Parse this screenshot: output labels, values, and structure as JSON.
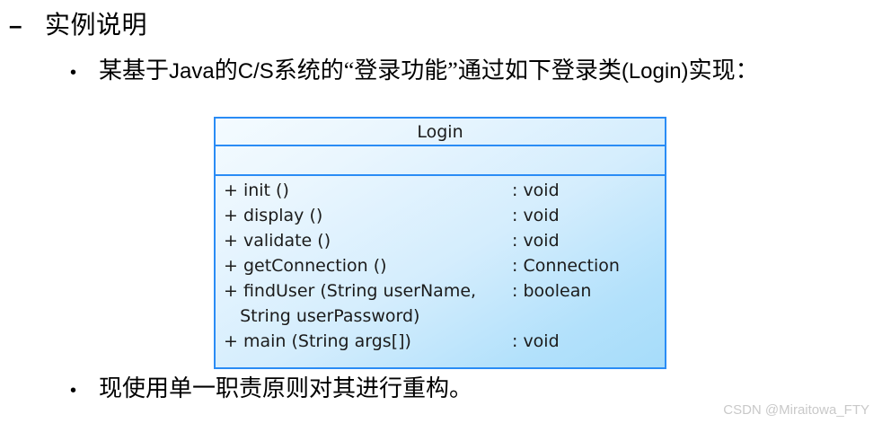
{
  "slide": {
    "level1": {
      "marker": "–",
      "text": "实例说明"
    },
    "level2": [
      {
        "marker": "•",
        "segments": [
          {
            "text": "某基于",
            "script": "cjk"
          },
          {
            "text": "Java",
            "script": "latin"
          },
          {
            "text": "的",
            "script": "cjk"
          },
          {
            "text": "C/S",
            "script": "latin"
          },
          {
            "text": "系统的“登录功能”通过如下登录类",
            "script": "cjk"
          },
          {
            "text": "(Login)",
            "script": "latin"
          },
          {
            "text": "实现：",
            "script": "cjk"
          }
        ],
        "plain": "某基于Java的C/S系统的“登录功能”通过如下登录类(Login)实现："
      },
      {
        "marker": "•",
        "segments": [
          {
            "text": "现使用单一职责原则对其进行重构。",
            "script": "cjk"
          }
        ],
        "plain": "现使用单一职责原则对其进行重构。"
      }
    ]
  },
  "uml": {
    "class_name": "Login",
    "attributes": [],
    "operations": [
      {
        "signature": "+ init ()",
        "type": ": void"
      },
      {
        "signature": "+ display ()",
        "type": ": void"
      },
      {
        "signature": "+ validate ()",
        "type": ": void"
      },
      {
        "signature": "+ getConnection ()",
        "type": ": Connection"
      },
      {
        "signature": "+ findUser (String userName,",
        "type": ": boolean"
      },
      {
        "signature": "   String userPassword)",
        "type": ""
      },
      {
        "signature": "+ main (String args[])",
        "type": ": void"
      }
    ],
    "colors": {
      "border": "#2a8cf5",
      "fill_light": "#f4fbff",
      "fill_dark": "#a6dcfa",
      "text": "#1b1b1b"
    }
  },
  "watermark": {
    "text": "CSDN @Miraitowa_FTY",
    "color": "#c9c9c9"
  }
}
